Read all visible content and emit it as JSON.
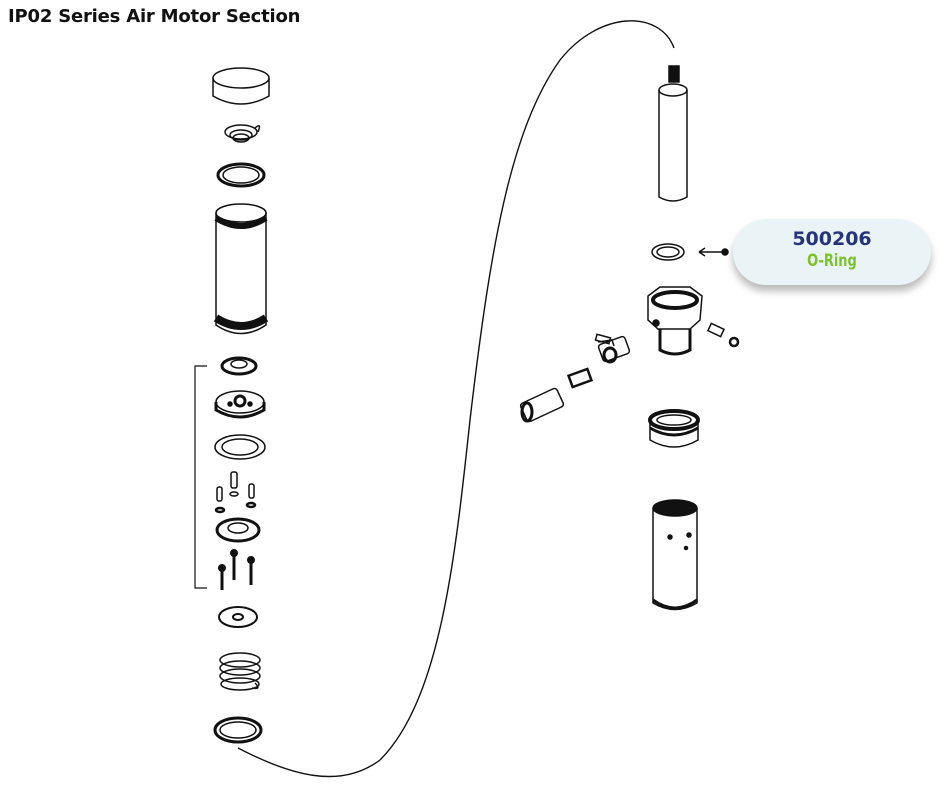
{
  "title": "IP02 Series Air Motor Section",
  "callout": {
    "part_number": "500206",
    "part_name": "O-Ring",
    "colors": {
      "part_number": "#26357a",
      "part_name": "#7cc22a",
      "background": "#eaf4f7"
    }
  },
  "left_stack_parts": [
    "cap",
    "spring-small",
    "o-ring",
    "cylinder",
    "seal-nut",
    "piston",
    "gasket",
    "valve-pins",
    "valve-plate",
    "bolts",
    "washer",
    "spring",
    "o-ring-bottom"
  ],
  "right_stack_parts": [
    "piston-rod",
    "o-ring-500206",
    "air-valve-body",
    "ball-valve",
    "fittings",
    "bearing-ring",
    "sleeve"
  ]
}
